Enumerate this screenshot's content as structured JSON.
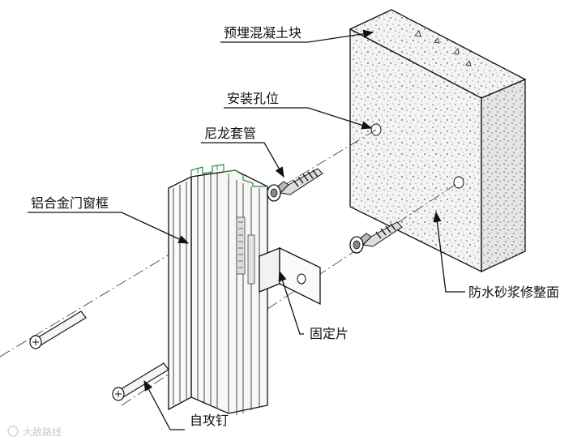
{
  "labels": {
    "concrete_block": "预埋混凝土块",
    "mounting_hole": "安装孔位",
    "nylon_sleeve": "尼龙套管",
    "alu_frame": "铝合金门窗框",
    "waterproof_mortar": "防水砂浆修整面",
    "fixing_plate": "固定片",
    "tapping_screw": "自攻钉"
  },
  "watermark": "大敌路线"
}
